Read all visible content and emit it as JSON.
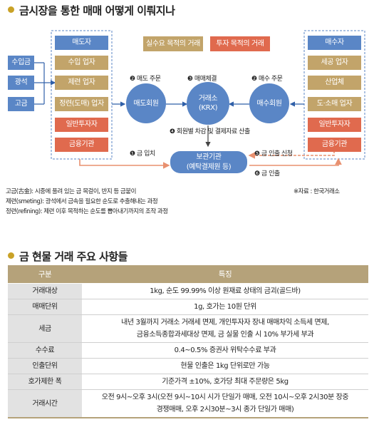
{
  "section1": {
    "title": "금시장을 통한 매매 어떻게 이뤄지나",
    "diagram": {
      "left_inputs": [
        "수입금",
        "광석",
        "고금"
      ],
      "sell_header": "매도자",
      "sellers": [
        "수입 업자",
        "제련 업자",
        "정련(도매) 업자",
        "일반투자자",
        "금융기관"
      ],
      "legend_real": "실수요 목적의 거래",
      "legend_invest": "투자 목적의 거래",
      "buy_header": "매수자",
      "buyers": [
        "세공 업자",
        "산업체",
        "도·소매 업자",
        "일반투자자",
        "금융기관"
      ],
      "sell_member": "매도회원",
      "exchange_line1": "거래소",
      "exchange_line2": "(KRX)",
      "buy_member": "매수회원",
      "custody_line1": "보관기관",
      "custody_line2": "(예탁결제원 등)",
      "step2": "❷ 매도 주문",
      "step3": "❸ 매매체결",
      "step2b": "❷ 매수 주문",
      "step4": "❹ 회원별 차감 및 결제자료 산출",
      "step1": "❶ 금 입치",
      "step5": "❺ 금 인출 신청",
      "step6": "❻ 금 인출"
    },
    "notes": [
      "고금(古金): 시중에 풀려 있는 금 목걸이, 반지 등 금붙이",
      "제련(smeting): 광석에서 금속을 필요한 순도로 추출해내는 과정",
      "정련(refining): 제련 이후 목적하는 순도를 뽑아내기까지의 조작 과정"
    ],
    "source": "※자료 : 한국거래소"
  },
  "section2": {
    "title": "금 현물 거래 주요 사항들",
    "header": [
      "구분",
      "특징"
    ],
    "rows": [
      [
        "거래대상",
        "1kg, 순도 99.99% 이상 원재료 상태의 금괴(골드바)"
      ],
      [
        "매매단위",
        "1g, 호가는 10원 단위"
      ],
      [
        "세금",
        "내년 3월까지 거래소 거래세 면제, 개인투자자 장내 매매차익 소득세 면제,",
        "금융소득종합과세대상 면제, 금 실물 인출 시 10% 부가세 부과"
      ],
      [
        "수수료",
        "0.4~0.5% 증권사 위탁수수료 부과"
      ],
      [
        "인출단위",
        "현물 인출은 1kg 단위로만 가능"
      ],
      [
        "호가제한 폭",
        "기준가격 ±10%, 호가당 최대 주문량은 5kg"
      ],
      [
        "거래시간",
        "오전 9시~오후 3시(오전 9시~10시 시가 단일가 매매, 오전 10시~오후 2시30분 장중",
        "경쟁매매, 오후 2시30분~3시 종가 단일가 매매)"
      ]
    ]
  },
  "colors": {
    "accent_dot": "#c9a227",
    "blue": "#5a86c6",
    "tan": "#c2a46a",
    "red": "#e06a4e",
    "table_header": "#b5a27a"
  }
}
